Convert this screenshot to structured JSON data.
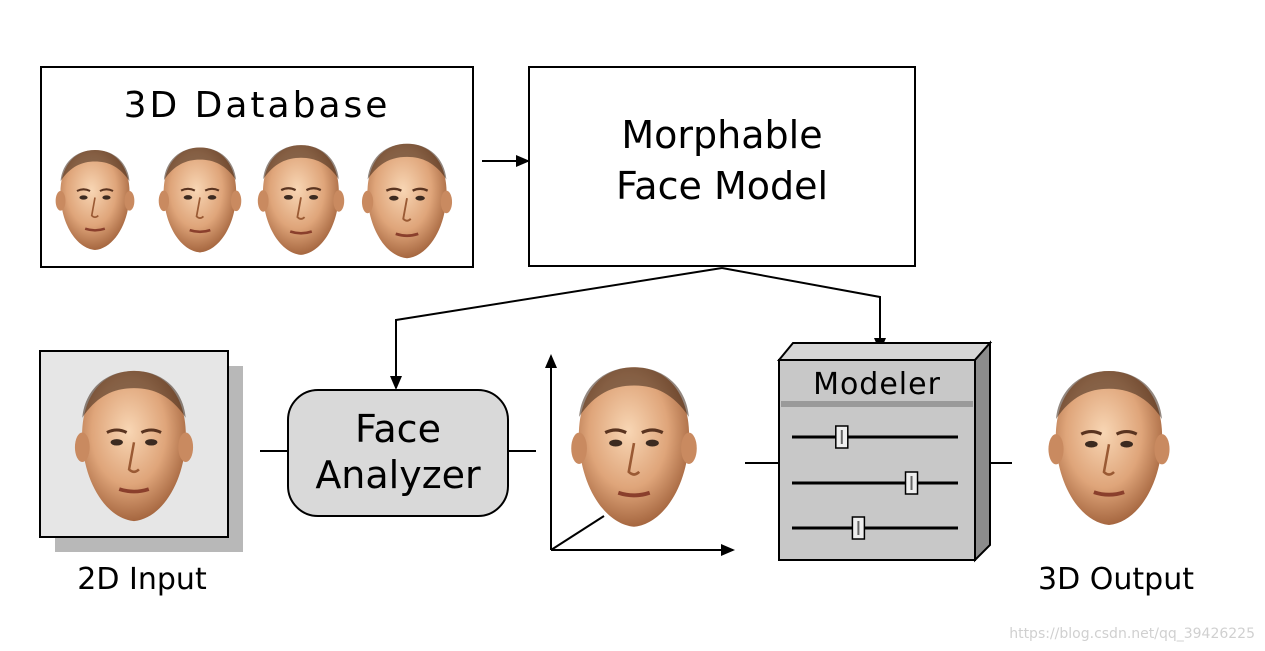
{
  "database": {
    "title": "3D Database",
    "faces": [
      "face-1",
      "face-2",
      "face-3",
      "face-4"
    ]
  },
  "morphable_model": {
    "line1": "Morphable",
    "line2": "Face Model"
  },
  "analyzer": {
    "line1": "Face",
    "line2": "Analyzer"
  },
  "modeler": {
    "title": "Modeler",
    "slider_levels": [
      0.3,
      0.72,
      0.4
    ]
  },
  "input": {
    "label": "2D Input"
  },
  "output": {
    "label": "3D Output"
  },
  "watermark": {
    "text": "https://blog.csdn.net/qq_39426225"
  },
  "colors": {
    "skin_light": "#f3c7a0",
    "skin_mid": "#d99a6c",
    "skin_dark": "#8a4f2c",
    "hair": "#3a2415",
    "panel_gray": "#d9d9d9",
    "box_gray": "#c8c8c8"
  }
}
